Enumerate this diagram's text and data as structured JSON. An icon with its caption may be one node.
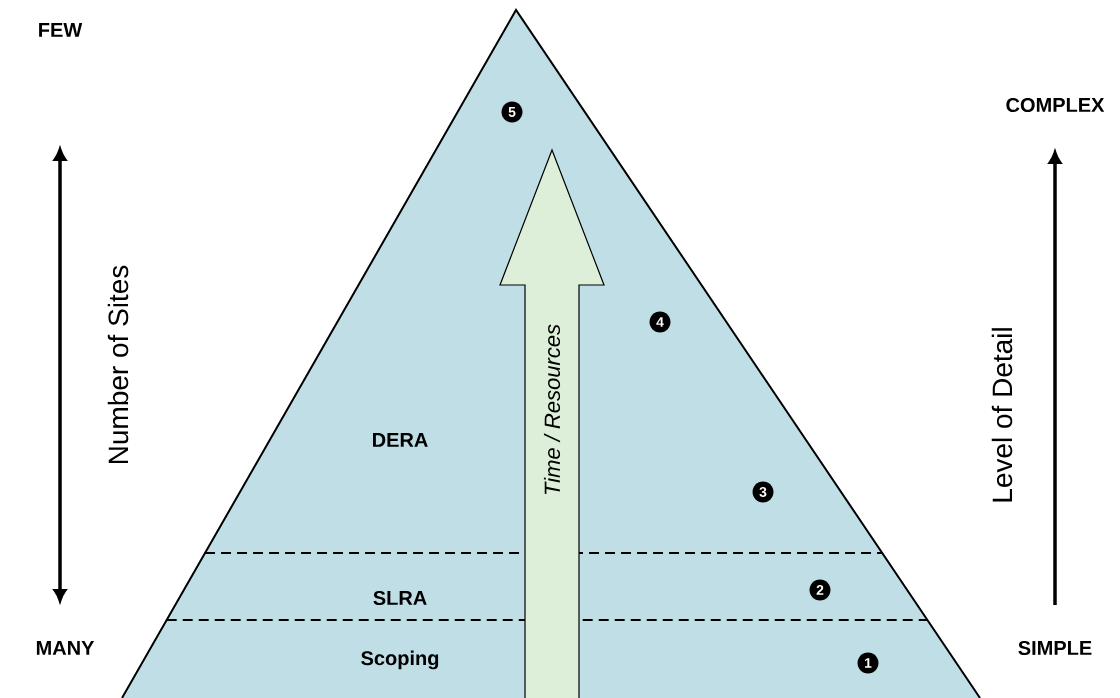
{
  "diagram": {
    "nodes": [
      {
        "text": [
          "DERA"
        ]
      },
      {
        "text": [
          "SLRA"
        ]
      },
      {
        "text": [
          "Scoping"
        ]
      },
      {
        "text": [
          "Time / Resources"
        ]
      }
    ],
    "labels": [
      "FEW",
      "COMPLEX",
      "5",
      "Number of Sites",
      "4",
      "Level of Detail",
      "3",
      "2",
      "MANY",
      "SIMPLE",
      "1"
    ]
  }
}
